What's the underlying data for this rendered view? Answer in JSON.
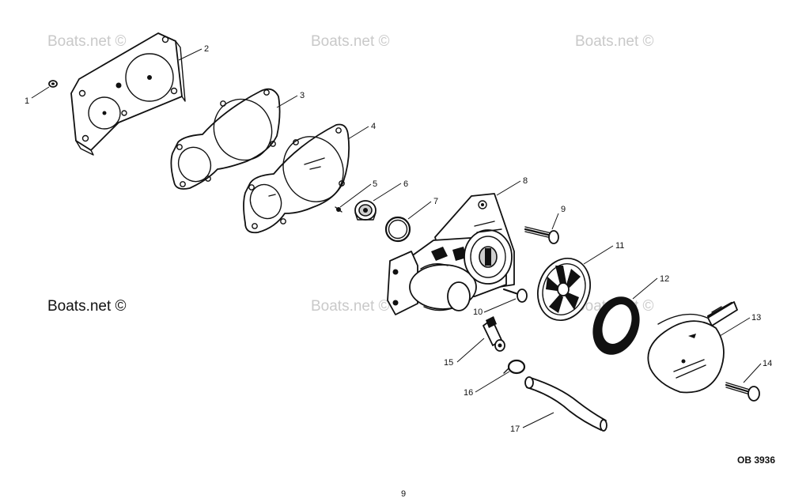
{
  "diagram": {
    "drawing_code": "OB 3936",
    "page_number": "9",
    "watermarks": [
      "Boats.net ©",
      "Boats.net ©",
      "Boats.net ©",
      "Boats.net ©",
      "Boats.net ©",
      "Boats.net ©"
    ],
    "callouts": [
      "1",
      "2",
      "3",
      "4",
      "5",
      "6",
      "7",
      "8",
      "9",
      "10",
      "11",
      "12",
      "13",
      "14",
      "15",
      "16",
      "17"
    ]
  }
}
